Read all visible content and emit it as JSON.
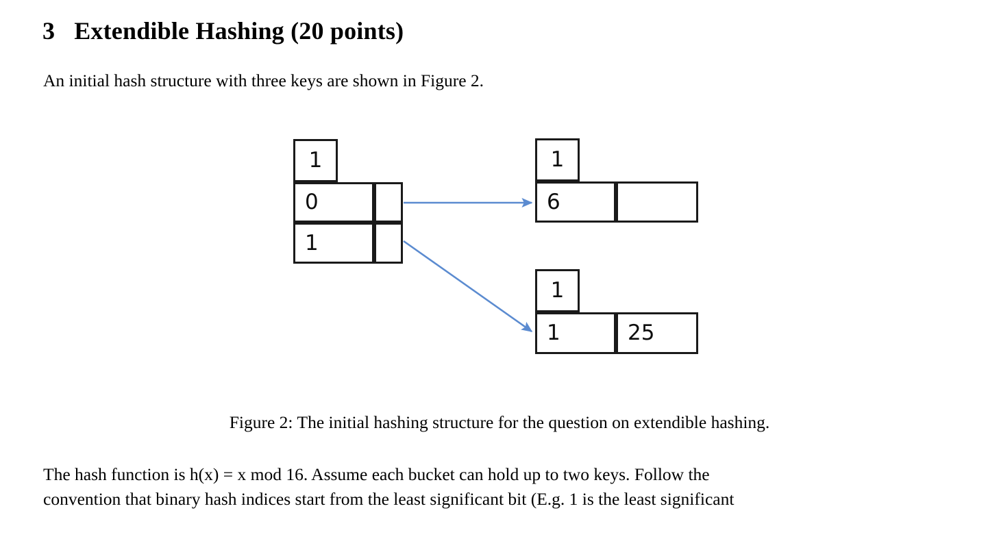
{
  "document": {
    "section_number": "3",
    "section_title": "Extendible Hashing (20 points)",
    "intro_line": "An initial hash structure with three keys are shown in Figure 2.",
    "caption_label": "Figure 2:",
    "caption_text": "The initial hashing structure for the question on extendible hashing.",
    "paragraph_line1_a": "The hash function is h(x) = x mod 16.",
    "paragraph_line1_b": "Assume each bucket can hold up to two keys.",
    "paragraph_line1_c": "Follow the",
    "paragraph_line2_a": "convention that binary hash indices start from the least significant bit (E.g.",
    "paragraph_line2_b": "1 is the least significant"
  },
  "figure": {
    "arrow_color": "#5B8BD0",
    "box_border_color": "#1A1A1A",
    "directory": {
      "global_depth_label": "1",
      "entries": [
        {
          "index": "0",
          "pointer": ""
        },
        {
          "index": "1",
          "pointer": ""
        }
      ]
    },
    "buckets": [
      {
        "local_depth": "1",
        "slots": [
          "6",
          ""
        ]
      },
      {
        "local_depth": "1",
        "slots": [
          "1",
          "25"
        ]
      }
    ]
  }
}
